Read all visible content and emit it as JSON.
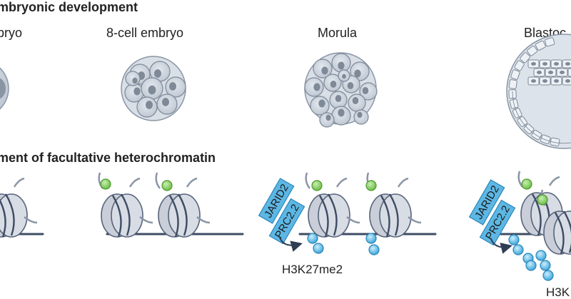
{
  "headings": {
    "development": "mbryonic development",
    "heterochromatin": "ment of facultative heterochromatin"
  },
  "stages": {
    "zygote": "bryo",
    "eight_cell": "8-cell embryo",
    "morula": "Morula",
    "blastocyst": "Blastoc"
  },
  "proteins": {
    "jarid2": "JARID2",
    "prc22": "PRC2.2"
  },
  "marks": {
    "h3k27me2": "H3K27me2",
    "h3k_partial": "H3K"
  },
  "colors": {
    "cell_fill": "#cdd4dd",
    "nucleus": "#7f8a98",
    "nucleosome": "#c9ced8",
    "dna": "#3d4c64",
    "green_mark": "#8fcf69",
    "blue_mark": "#6fc0e8",
    "protein_box": "#5db7e4"
  }
}
